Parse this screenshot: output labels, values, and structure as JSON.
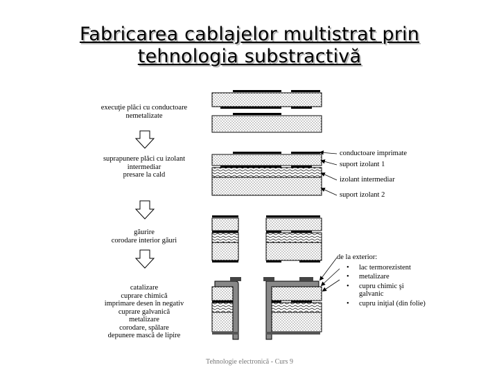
{
  "title": {
    "line1": "Fabricarea cablajelor multistrat prin",
    "line2": "tehnologia substractivă"
  },
  "steps": [
    {
      "lines": [
        "execuţie plăci cu conductoare",
        "nemetalizate"
      ]
    },
    {
      "lines": [
        "suprapunere plăci cu izolant",
        "intermediar",
        "presare la cald"
      ]
    },
    {
      "lines": [
        "găurire",
        "corodare interior găuri"
      ]
    },
    {
      "lines": [
        "catalizare",
        "cuprare chimică",
        "imprimare desen în negativ",
        "cuprare galvanică",
        "metalizare",
        "corodare, spălare",
        "depunere mască de lipire"
      ]
    }
  ],
  "labels": {
    "conductoare": "conductoare imprimate",
    "suport1": "suport izolant 1",
    "izolant": "izolant intermediar",
    "suport2": "suport izolant 2"
  },
  "exterior": {
    "heading": "de la exterior:",
    "items": [
      "lac termorezistent",
      "metalizare",
      "cupru chimic şi galvanic",
      "cupru iniţial (din folie)"
    ]
  },
  "footer": "Tehnologie electronică - Curs 9"
}
